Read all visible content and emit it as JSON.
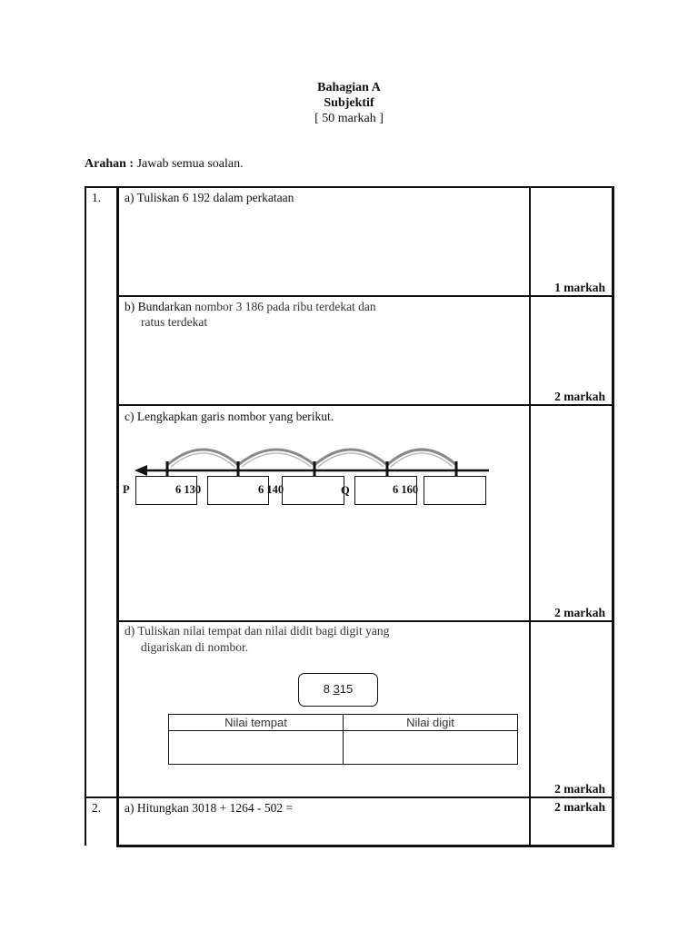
{
  "header": {
    "section": "Bahagian A",
    "type": "Subjektif",
    "marks": "[ 50  markah ]"
  },
  "instruction": {
    "label": "Arahan :",
    "text": " Jawab semua soalan."
  },
  "questions": {
    "q1": {
      "number": "1.",
      "a": {
        "text": "a) Tuliskan 6 192 dalam perkataan",
        "mark": "1 markah"
      },
      "b": {
        "prefix": "b) Bundarkan",
        "text": " nombor  3 186 pada ribu terdekat dan",
        "text2": "ratus terdekat",
        "mark": "2 markah"
      },
      "c": {
        "text": "c) Lengkapkan garis nombor yang berikut.",
        "mark": "2 markah",
        "number_line": {
          "label_p": "P",
          "label_q": "Q",
          "values": [
            "6 130",
            "6 140",
            "6 160"
          ]
        }
      },
      "d": {
        "text": "d) Tuliskan nilai tempat dan nilai didit bagi digit yang",
        "text2": "digariskan di nombor.",
        "number_prefix": "8 ",
        "number_underlined": "3",
        "number_suffix": "15",
        "col1": "Nilai tempat",
        "col2": "Nilai digit",
        "mark": "2 markah"
      }
    },
    "q2": {
      "number": "2.",
      "a": {
        "text": "a) Hitungkan 3018 + 1264  - 502 =",
        "mark": "2 markah"
      }
    }
  }
}
